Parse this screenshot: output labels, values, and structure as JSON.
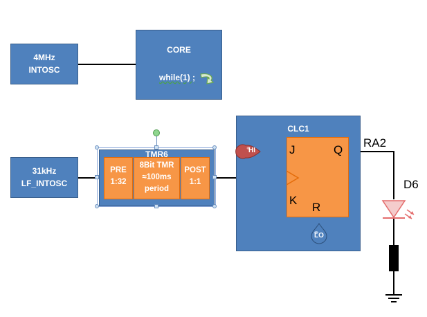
{
  "intosc": {
    "line1": "4MHz",
    "line2": "INTOSC"
  },
  "core": {
    "title": "CORE",
    "code": "while(1) ;"
  },
  "lfintosc": {
    "line1": "31kHz",
    "line2": "LF_INTOSC"
  },
  "tmr6": {
    "title": "TMR6",
    "pre": {
      "line1": "PRE",
      "line2": "1:32"
    },
    "tmr": {
      "line1": "8Bit TMR",
      "line2": "≈100ms",
      "line3": "period"
    },
    "post": {
      "line1": "POST",
      "line2": "1:1"
    }
  },
  "clc1": {
    "title": "CLC1",
    "pins": {
      "j": "J",
      "k": "K",
      "q": "Q",
      "r": "R"
    },
    "hi": "HI",
    "lo": "LO"
  },
  "output": {
    "pin": "RA2",
    "led": "D6"
  },
  "colors": {
    "block_fill": "#4f81bd",
    "block_border": "#385d8a",
    "orange": "#f79646",
    "hi_drop": "#c0504d",
    "lo_drop": "#4f81bd",
    "led": "#e46c6c"
  }
}
